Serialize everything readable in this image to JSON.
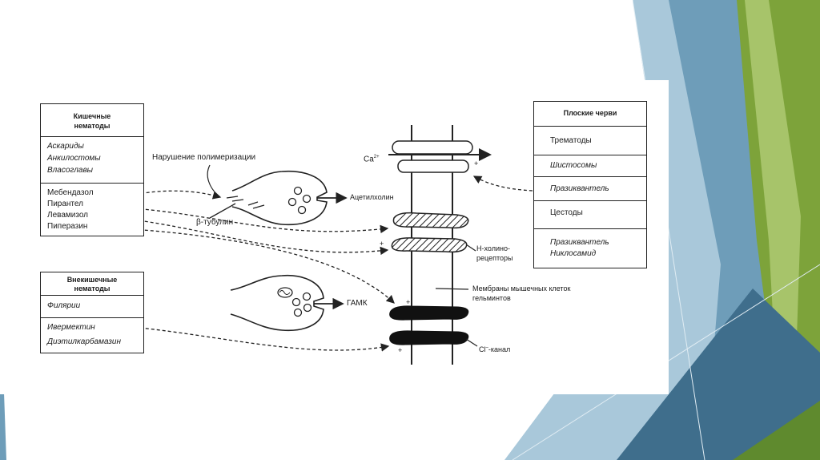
{
  "colors": {
    "slide_bg": "#ffffff",
    "blue_dark": "#3f6e8c",
    "blue_mid": "#6e9db9",
    "blue_light": "#a9c8da",
    "green_dark": "#5f8a2e",
    "green_mid": "#7da33a",
    "green_light": "#a7c46a",
    "line": "#222222"
  },
  "intestinal": {
    "header": [
      "Кишечные",
      "нематоды"
    ],
    "species": [
      "Аскариды",
      "Анкилостомы",
      "Власоглавы"
    ],
    "drugs": [
      "Мебендазол",
      "Пирантел",
      "Левамизол",
      "Пиперазин"
    ]
  },
  "extraintestinal": {
    "header": [
      "Внекишечные",
      "нематоды"
    ],
    "species": "Филярии",
    "drug1": "Ивермектин",
    "drug2": "Диэтилкарбамазин"
  },
  "flatworms": {
    "header": "Плоские черви",
    "trematodes": "Трематоды",
    "schistosomes": "Шистосомы",
    "trematode_drug": "Празиквантель",
    "cestodes": "Цестоды",
    "cestode_drugs": [
      "Празиквантель",
      "Никлосамид"
    ]
  },
  "annotations": {
    "polymerization": "Нарушение полимеризации",
    "tubulin": "β-тубулин",
    "acetylcholine": "Ацетилхолин",
    "gaba": "ГАМК",
    "calcium": "Ca",
    "calcium_charge": "2+",
    "n_cholino": [
      "Н-холино-",
      "рецепторы"
    ],
    "membranes": [
      "Мембраны мышечных клеток",
      "гельминтов"
    ],
    "chloride": "Cl",
    "chloride_charge": "–",
    "chloride_channel": "-канал",
    "plus": "+"
  }
}
